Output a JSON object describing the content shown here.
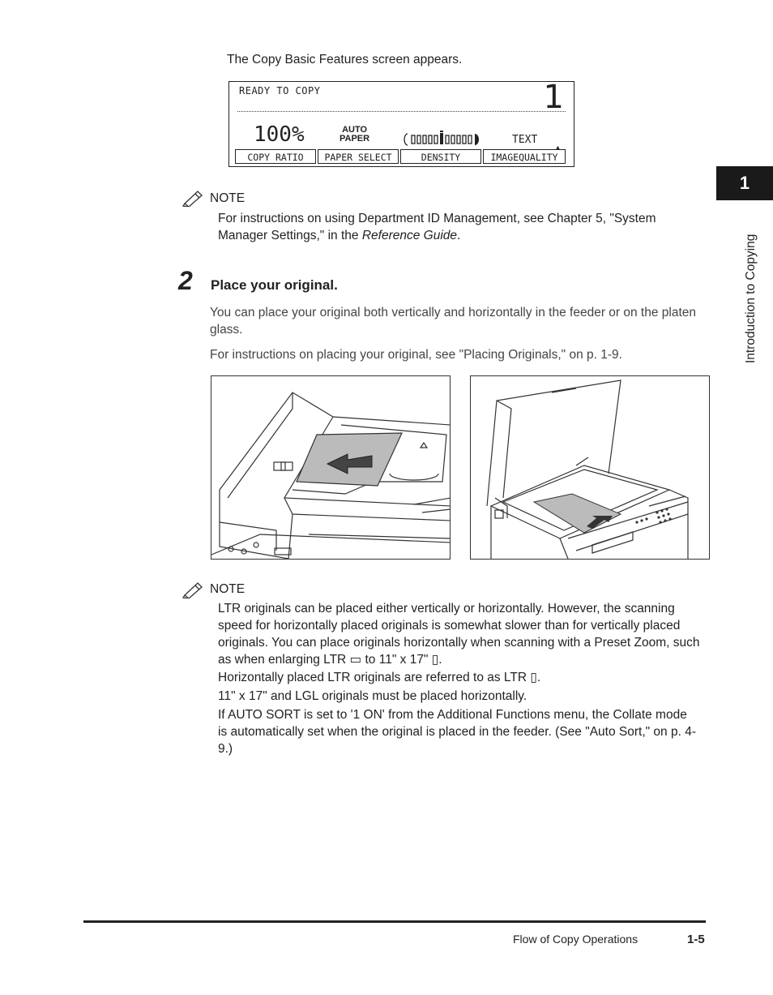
{
  "intro_text": "The Copy Basic Features screen appears.",
  "lcd": {
    "status": "READY TO COPY",
    "count": "1",
    "ratio": "100%",
    "paper_line1": "AUTO",
    "paper_line2": "PAPER",
    "mode": "TEXT",
    "keys": [
      "COPY RATIO",
      "PAPER SELECT",
      "DENSITY",
      "IMAGEQUALITY"
    ]
  },
  "note1": {
    "heading": "NOTE",
    "text_before": "For instructions on using Department ID Management, see Chapter 5, \"System Manager Settings,\" in the ",
    "text_italic": "Reference Guide",
    "text_after": "."
  },
  "step": {
    "number": "2",
    "title": "Place your original.",
    "para1": "You can place your original both vertically and horizontally in the feeder or on the platen glass.",
    "para2": "For instructions on placing your original, see \"Placing Originals,\" on p. 1-9."
  },
  "note2": {
    "heading": "NOTE",
    "p1": "LTR originals can be placed either vertically or horizontally. However, the scanning speed for horizontally placed originals is somewhat slower than for vertically placed originals. You can place originals horizontally when scanning with a Preset Zoom, such as when enlarging LTR ▭ to 11\" x 17\" ▯.",
    "p2": "Horizontally placed LTR originals are referred to as LTR ▯.",
    "p3": "11\" x 17\" and LGL originals must be placed horizontally.",
    "p4": "If AUTO SORT is set to '1 ON' from the Additional Functions menu, the Collate mode is automatically set when the original is placed in the feeder. (See \"Auto Sort,\" on p. 4-9.)"
  },
  "side_tab": {
    "number": "1",
    "chapter": "Introduction to Copying"
  },
  "footer": {
    "section": "Flow of Copy Operations",
    "page": "1-5"
  }
}
